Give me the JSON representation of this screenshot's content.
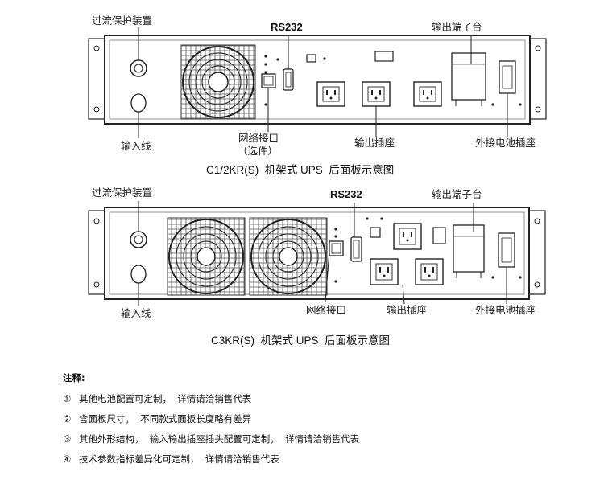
{
  "panel1": {
    "labels": {
      "overcurrent": "过流保护装置",
      "rs232": "RS232",
      "terminal": "输出端子台",
      "input_line": "输入线",
      "network": "网络接口",
      "network_note": "（选件）",
      "output_socket": "输出插座",
      "ext_battery": "外接电池插座"
    },
    "caption": "C1/2KR(S)  机架式 UPS  后面板示意图"
  },
  "panel2": {
    "labels": {
      "overcurrent": "过流保护装置",
      "rs232": "RS232",
      "terminal": "输出端子台",
      "input_line": "输入线",
      "network": "网络接口",
      "output_socket": "输出插座",
      "ext_battery": "外接电池插座"
    },
    "caption": "C3KR(S)  机架式 UPS  后面板示意图"
  },
  "notes": {
    "title": "注释:",
    "items": [
      {
        "num": "①",
        "text": "其他电池配置可定制，  详情请洽销售代表"
      },
      {
        "num": "②",
        "text": "含面板尺寸，  不同款式面板长度略有差异"
      },
      {
        "num": "③",
        "text": "其他外形结构，  输入输出插座插头配置可定制，  详情请洽销售代表"
      },
      {
        "num": "④",
        "text": "技术参数指标差异化可定制，  详情请洽销售代表"
      }
    ]
  }
}
